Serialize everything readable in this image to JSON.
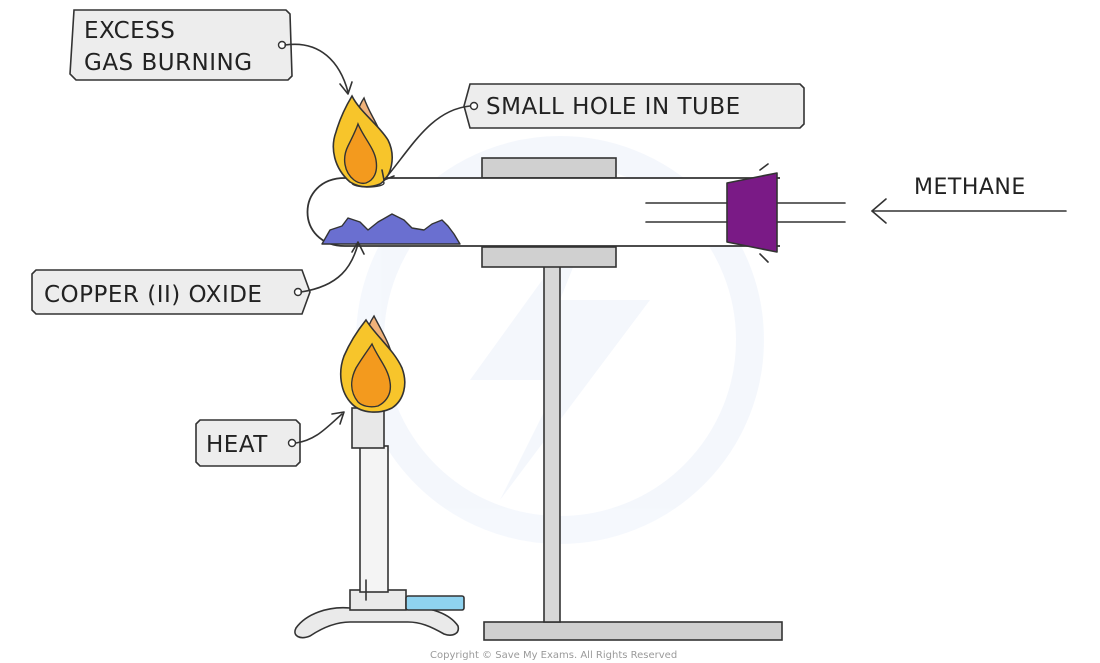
{
  "labels": {
    "excess_line1": "EXCESS",
    "excess_line2": "GAS BURNING",
    "small_hole": "SMALL HOLE IN TUBE",
    "copper_oxide": "COPPER (II) OXIDE",
    "heat": "HEAT",
    "methane": "METHANE"
  },
  "copyright": "Copyright © Save My Exams. All Rights Reserved",
  "colors": {
    "flame_outer": "#f7c52b",
    "flame_inner": "#f39a1e",
    "flame_back": "#f0b27a",
    "copper_oxide": "#6a6fd0",
    "stopper": "#7a1a86",
    "stand": "#d0d0d0",
    "burner_tap": "#8fd3f0",
    "tag_fill": "#ededed"
  },
  "icons": {
    "flame": "flame-icon",
    "arrow": "arrow-left-icon"
  }
}
